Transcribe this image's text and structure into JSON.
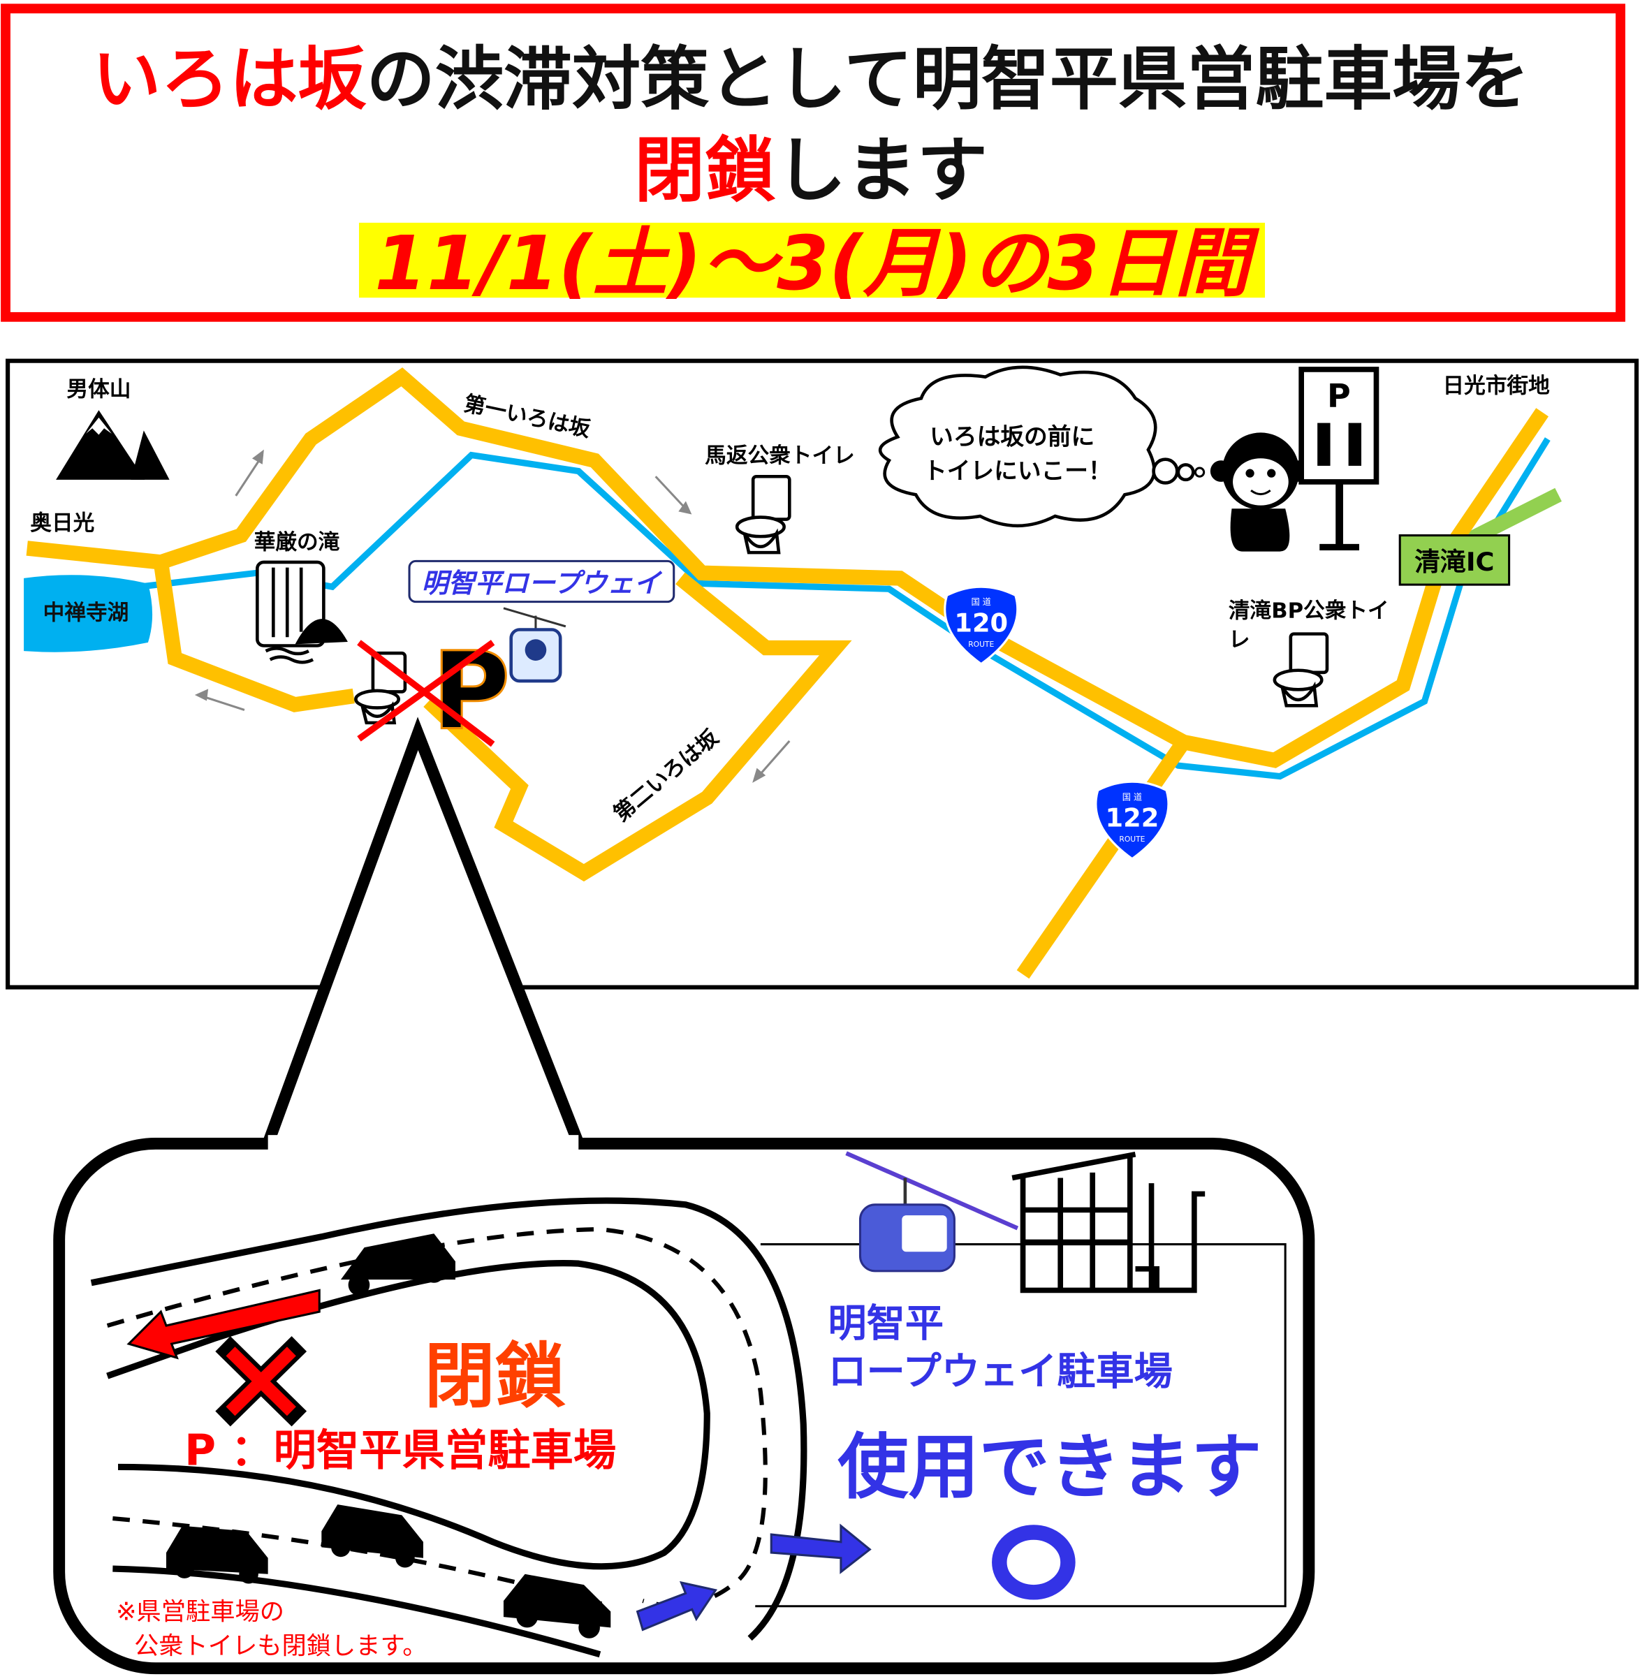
{
  "header": {
    "title_line1_red": "いろは坂",
    "title_line1_black": "の渋滞対策として明智平県営駐車場を",
    "title_line2_red": "閉鎖",
    "title_line2_black": "します",
    "date_range": "11/1(土)～3(月)の3日間"
  },
  "map": {
    "labels": {
      "mountain": "男体山",
      "oku_nikko": "奥日光",
      "lake": "中禅寺湖",
      "waterfall": "華厳の滝",
      "first_irohazaka": "第一いろは坂",
      "second_irohazaka": "第二いろは坂",
      "umagaeshi_toilet": "馬返公衆トイレ",
      "ropeway": "明智平ロープウェイ",
      "thought_line1": "いろは坂の前に",
      "thought_line2": "トイレにいこー！",
      "nikko_city": "日光市街地",
      "kiyotaki_ic": "清滝IC",
      "kiyotaki_toilet_line1": "清滝BP公衆トイ",
      "kiyotaki_toilet_line2": "レ",
      "parking_letter": "P"
    },
    "routes": [
      {
        "top": "国 道",
        "number": "120",
        "bottom": "ROUTE"
      },
      {
        "top": "国 道",
        "number": "122",
        "bottom": "ROUTE"
      }
    ],
    "colors": {
      "road": "#FFC000",
      "river": "#00B0F0",
      "expressway": "#92D050",
      "route_sign": "#0033FF"
    }
  },
  "detail": {
    "closed_label": "閉鎖",
    "closed_parking": "P ：明智平県営駐車場",
    "ropeway_parking_line1": "明智平",
    "ropeway_parking_line2": "ロープウェイ駐車場",
    "available": "使用できます",
    "note_line1": "※県営駐車場の",
    "note_line2": "公衆トイレも閉鎖します。"
  }
}
